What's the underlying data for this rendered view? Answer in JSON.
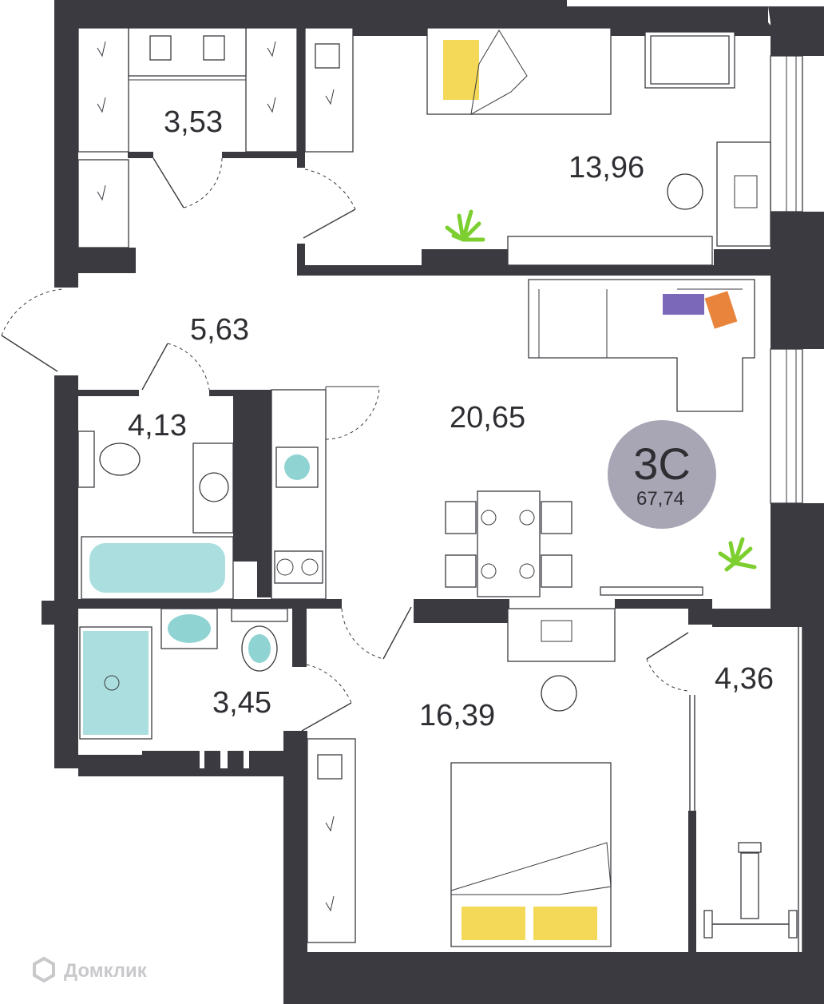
{
  "plan": {
    "badge": {
      "title": "3С",
      "total_area": "67,74",
      "color": "#a8a6b5"
    },
    "rooms": [
      {
        "id": "wardrobe",
        "area": "3,53"
      },
      {
        "id": "bedroom-small",
        "area": "13,96"
      },
      {
        "id": "hall",
        "area": "5,63"
      },
      {
        "id": "bathroom",
        "area": "4,13"
      },
      {
        "id": "living-kitchen",
        "area": "20,65"
      },
      {
        "id": "toilet",
        "area": "3,45"
      },
      {
        "id": "bedroom-master",
        "area": "16,39"
      },
      {
        "id": "balcony",
        "area": "4,36"
      }
    ],
    "watermark": "Домклик",
    "colors": {
      "wall": "#3b3a40",
      "water": "#8fd3d3",
      "pillow_yellow": "#f2d23c",
      "cushion_purple": "#7b68b8",
      "cushion_orange": "#e8843c",
      "plant_green": "#7ccf2e"
    }
  }
}
